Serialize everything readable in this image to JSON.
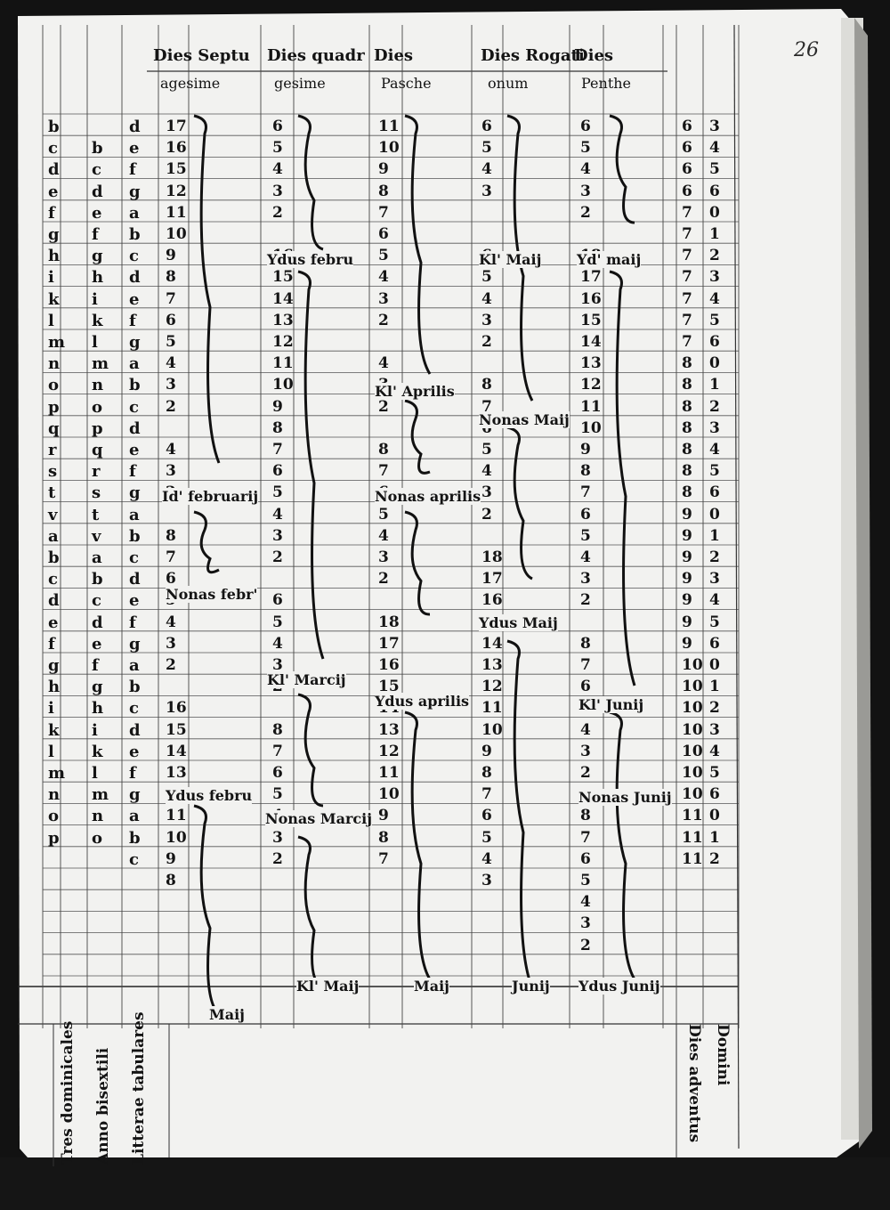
{
  "page_number": "26",
  "headers": [
    {
      "line1": "Dies Septu",
      "line2": "agesime"
    },
    {
      "line1": "Dies quadr",
      "line2": "gesime"
    },
    {
      "line1": "Dies",
      "line2": "Pasche"
    },
    {
      "line1": "Dies Rogati",
      "line2": "onum"
    },
    {
      "line1": "Dies",
      "line2": "Penthe"
    }
  ],
  "column_a": [
    "b",
    "c",
    "d",
    "e",
    "f",
    "g",
    "h",
    "i",
    "k",
    "l",
    "m",
    "n",
    "o",
    "p",
    "q",
    "r",
    "s",
    "t",
    "v",
    "a",
    "b",
    "c",
    "d",
    "e",
    "f",
    "g",
    "h",
    "i",
    "k",
    "l",
    "m",
    "n",
    "o",
    "p"
  ],
  "column_b": [
    "",
    "b",
    "c",
    "d",
    "e",
    "f",
    "g",
    "h",
    "i",
    "k",
    "l",
    "m",
    "n",
    "o",
    "p",
    "q",
    "r",
    "s",
    "t",
    "v",
    "a",
    "b",
    "c",
    "d",
    "e",
    "f",
    "g",
    "h",
    "i",
    "k",
    "l",
    "m",
    "n",
    "o"
  ],
  "column_c": [
    "d",
    "e",
    "f",
    "g",
    "a",
    "b",
    "c",
    "d",
    "e",
    "f",
    "g",
    "a",
    "b",
    "c",
    "d",
    "e",
    "f",
    "g",
    "a",
    "b",
    "c",
    "d",
    "e",
    "f",
    "g",
    "a",
    "b",
    "c",
    "d",
    "e",
    "f",
    "g",
    "a",
    "b",
    "c"
  ],
  "col_septuagesime": [
    "17",
    "16",
    "15",
    "12",
    "11",
    "10",
    "9",
    "8",
    "7",
    "6",
    "5",
    "4",
    "3",
    "2",
    "",
    "4",
    "3",
    "2",
    "",
    "8",
    "7",
    "6",
    "5",
    "4",
    "3",
    "2",
    "",
    "16",
    "15",
    "14",
    "13",
    "12",
    "11",
    "10",
    "9",
    "8"
  ],
  "col_quadragesime": [
    "6",
    "5",
    "4",
    "3",
    "2",
    "",
    "16",
    "15",
    "14",
    "13",
    "12",
    "11",
    "10",
    "9",
    "8",
    "7",
    "6",
    "5",
    "4",
    "3",
    "2",
    "",
    "6",
    "5",
    "4",
    "3",
    "2",
    "",
    "8",
    "7",
    "6",
    "5",
    "4",
    "3",
    "2"
  ],
  "col_pasche": [
    "11",
    "10",
    "9",
    "8",
    "7",
    "6",
    "5",
    "4",
    "3",
    "2",
    "",
    "4",
    "3",
    "2",
    "",
    "8",
    "7",
    "6",
    "5",
    "4",
    "3",
    "2",
    "",
    "18",
    "17",
    "16",
    "15",
    "14",
    "13",
    "12",
    "11",
    "10",
    "9",
    "8",
    "7"
  ],
  "col_rogationum": [
    "6",
    "5",
    "4",
    "3",
    "",
    "",
    "6",
    "5",
    "4",
    "3",
    "2",
    "",
    "8",
    "7",
    "6",
    "5",
    "4",
    "3",
    "2",
    "",
    "18",
    "17",
    "16",
    "15",
    "14",
    "13",
    "12",
    "11",
    "10",
    "9",
    "8",
    "7",
    "6",
    "5",
    "4",
    "3"
  ],
  "col_penthecostes": [
    "6",
    "5",
    "4",
    "3",
    "2",
    "",
    "18",
    "17",
    "16",
    "15",
    "14",
    "13",
    "12",
    "11",
    "10",
    "9",
    "8",
    "7",
    "6",
    "5",
    "4",
    "3",
    "2",
    "",
    "8",
    "7",
    "6",
    "5",
    "4",
    "3",
    "2",
    "",
    "8",
    "7",
    "6",
    "5",
    "4",
    "3",
    "2"
  ],
  "annotations": [
    {
      "id": "id-februarii",
      "text": "Id' februarij"
    },
    {
      "id": "nonas-febr",
      "text": "Nonas febr'"
    },
    {
      "id": "ydus-febru-a",
      "text": "Ydus febru"
    },
    {
      "id": "ydus-febru-b",
      "text": "Ydus febru"
    },
    {
      "id": "kl-marcij",
      "text": "Kl' Marcij"
    },
    {
      "id": "nonas-marcij",
      "text": "Nonas Marcij"
    },
    {
      "id": "kl-aprilis",
      "text": "Kl' Aprilis"
    },
    {
      "id": "nonas-aprilis",
      "text": "Nonas aprilis"
    },
    {
      "id": "ydus-aprilis",
      "text": "Ydus aprilis"
    },
    {
      "id": "kl-maij-a",
      "text": "Kl' Maij"
    },
    {
      "id": "kl-maij-b",
      "text": "Kl' Maij"
    },
    {
      "id": "nonas-maij",
      "text": "Nonas Maij"
    },
    {
      "id": "ydus-maij-a",
      "text": "Ydus Maij"
    },
    {
      "id": "ydus-maij-b",
      "text": "Yd' maij"
    },
    {
      "id": "kl-junij",
      "text": "Kl' Junij"
    },
    {
      "id": "nonas-junij",
      "text": "Nonas Junij"
    },
    {
      "id": "ydus-junij",
      "text": "Ydus Junij"
    },
    {
      "id": "maij-bottom-a",
      "text": "Maij"
    },
    {
      "id": "maij-bottom-b",
      "text": "Maij"
    },
    {
      "id": "junij-bottom",
      "text": "Junij"
    },
    {
      "id": "marcij-bottom",
      "text": "Maij"
    }
  ],
  "right_numbers_1": [
    "6",
    "6",
    "6",
    "6",
    "7",
    "7",
    "7",
    "7",
    "7",
    "7",
    "7",
    "8",
    "8",
    "8",
    "8",
    "8",
    "8",
    "8",
    "9",
    "9",
    "9",
    "9",
    "9",
    "9",
    "9",
    "10",
    "10",
    "10",
    "10",
    "10",
    "10",
    "10",
    "11",
    "11",
    "11"
  ],
  "right_numbers_2": [
    "3",
    "4",
    "5",
    "6",
    "0",
    "1",
    "2",
    "3",
    "4",
    "5",
    "6",
    "0",
    "1",
    "2",
    "3",
    "4",
    "5",
    "6",
    "0",
    "1",
    "2",
    "3",
    "4",
    "5",
    "6",
    "0",
    "1",
    "2",
    "3",
    "4",
    "5",
    "6",
    "0",
    "1",
    "2"
  ],
  "bottom_labels_left": [
    "Tres dominicales",
    "Anno bisextili",
    "Litterae tabulares"
  ],
  "bottom_labels_right": [
    "Dies adventus",
    "Domini"
  ]
}
